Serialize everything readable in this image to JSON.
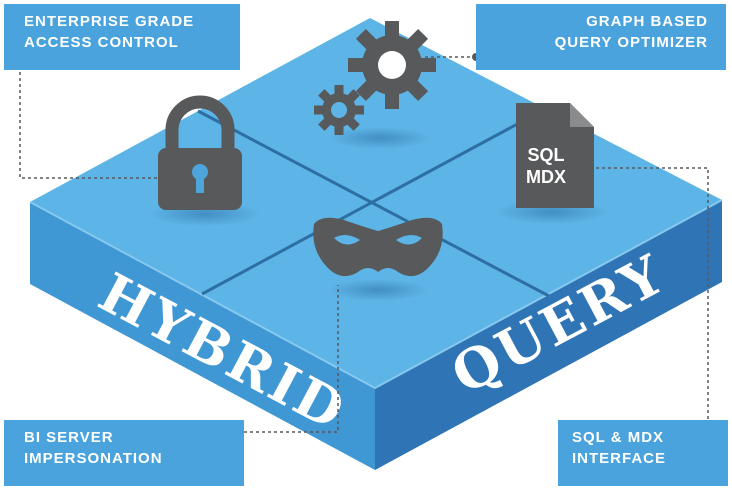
{
  "features": {
    "access_control": [
      "ENTERPRISE GRADE",
      "ACCESS CONTROL"
    ],
    "query_optimizer": [
      "GRAPH BASED",
      "QUERY OPTIMIZER"
    ],
    "impersonation": [
      "BI SERVER",
      "IMPERSONATION"
    ],
    "interface": [
      "SQL & MDX",
      "INTERFACE"
    ]
  },
  "platform": {
    "left_face_text": "HYBRID",
    "right_face_text": "QUERY"
  },
  "icons": {
    "document_line1": "SQL",
    "document_line2": "MDX",
    "names": [
      "lock-icon",
      "gears-icon",
      "document-icon",
      "mask-icon"
    ]
  },
  "colors": {
    "top_face": "#5db4e6",
    "left_face": "#3f97d3",
    "right_face": "#2f75b5",
    "callout": "#4aa3dc",
    "icon": "#58595b"
  }
}
